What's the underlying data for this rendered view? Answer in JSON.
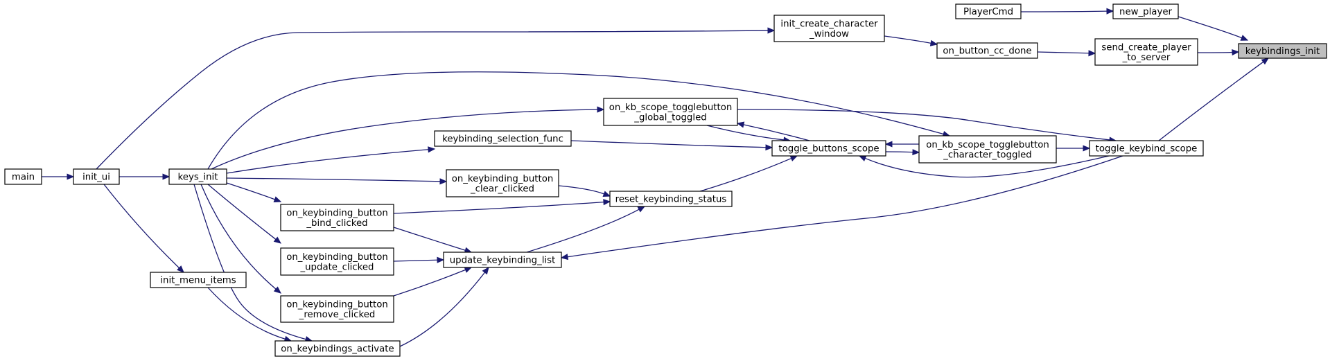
{
  "graph": {
    "nodes": {
      "keybindings_init": [
        "keybindings_init"
      ],
      "new_player": [
        "new_player"
      ],
      "playercmd": [
        "PlayerCmd"
      ],
      "send_create_player": [
        "send_create_player",
        "_to_server"
      ],
      "toggle_keybind_scope": [
        "toggle_keybind_scope"
      ],
      "on_button_cc_done": [
        "on_button_cc_done"
      ],
      "init_create_character_window": [
        "init_create_character",
        "_window"
      ],
      "init_ui": [
        "init_ui"
      ],
      "main": [
        "main"
      ],
      "keys_init": [
        "keys_init"
      ],
      "on_kb_scope_global": [
        "on_kb_scope_togglebutton",
        "_global_toggled"
      ],
      "keybinding_selection_func": [
        "keybinding_selection_func"
      ],
      "toggle_buttons_scope": [
        "toggle_buttons_scope"
      ],
      "on_kb_scope_character": [
        "on_kb_scope_togglebutton",
        "_character_toggled"
      ],
      "on_kb_button_clear": [
        "on_keybinding_button",
        "_clear_clicked"
      ],
      "reset_keybinding_status": [
        "reset_keybinding_status"
      ],
      "on_kb_button_bind": [
        "on_keybinding_button",
        "_bind_clicked"
      ],
      "update_keybinding_list": [
        "update_keybinding_list"
      ],
      "on_kb_button_update": [
        "on_keybinding_button",
        "_update_clicked"
      ],
      "on_kb_button_remove": [
        "on_keybinding_button",
        "_remove_clicked"
      ],
      "init_menu_items": [
        "init_menu_items"
      ],
      "on_keybindings_activate": [
        "on_keybindings_activate"
      ]
    },
    "edges": [
      [
        "new_player",
        "keybindings_init"
      ],
      [
        "send_create_player",
        "keybindings_init"
      ],
      [
        "toggle_keybind_scope",
        "keybindings_init"
      ],
      [
        "playercmd",
        "new_player"
      ],
      [
        "on_button_cc_done",
        "send_create_player"
      ],
      [
        "init_create_character_window",
        "on_button_cc_done"
      ],
      [
        "init_ui",
        "init_create_character_window"
      ],
      [
        "main",
        "init_ui"
      ],
      [
        "init_ui",
        "keys_init"
      ],
      [
        "init_ui",
        "init_menu_items"
      ],
      [
        "keys_init",
        "on_kb_scope_global"
      ],
      [
        "keys_init",
        "keybinding_selection_func"
      ],
      [
        "keys_init",
        "on_kb_button_clear"
      ],
      [
        "keys_init",
        "on_kb_button_bind"
      ],
      [
        "keys_init",
        "on_kb_button_update"
      ],
      [
        "keys_init",
        "on_kb_button_remove"
      ],
      [
        "keys_init",
        "on_kb_scope_character"
      ],
      [
        "on_kb_scope_global",
        "toggle_keybind_scope"
      ],
      [
        "on_kb_scope_character",
        "toggle_keybind_scope"
      ],
      [
        "toggle_buttons_scope",
        "on_kb_scope_global"
      ],
      [
        "on_kb_scope_global",
        "toggle_buttons_scope"
      ],
      [
        "keybinding_selection_func",
        "toggle_buttons_scope"
      ],
      [
        "on_kb_scope_character",
        "toggle_buttons_scope"
      ],
      [
        "toggle_buttons_scope",
        "on_kb_scope_character"
      ],
      [
        "toggle_keybind_scope",
        "toggle_buttons_scope"
      ],
      [
        "reset_keybinding_status",
        "toggle_buttons_scope"
      ],
      [
        "on_kb_button_clear",
        "reset_keybinding_status"
      ],
      [
        "on_kb_button_bind",
        "reset_keybinding_status"
      ],
      [
        "update_keybinding_list",
        "reset_keybinding_status"
      ],
      [
        "on_kb_button_bind",
        "update_keybinding_list"
      ],
      [
        "on_kb_button_update",
        "update_keybinding_list"
      ],
      [
        "on_kb_button_remove",
        "update_keybinding_list"
      ],
      [
        "on_keybindings_activate",
        "update_keybinding_list"
      ],
      [
        "toggle_keybind_scope",
        "update_keybinding_list"
      ],
      [
        "init_menu_items",
        "on_keybindings_activate"
      ],
      [
        "keys_init",
        "on_keybindings_activate"
      ]
    ]
  },
  "colors": {
    "edge": "#191970",
    "node_border": "#000000",
    "highlight_fill": "#bfbfbf",
    "background": "#ffffff"
  }
}
